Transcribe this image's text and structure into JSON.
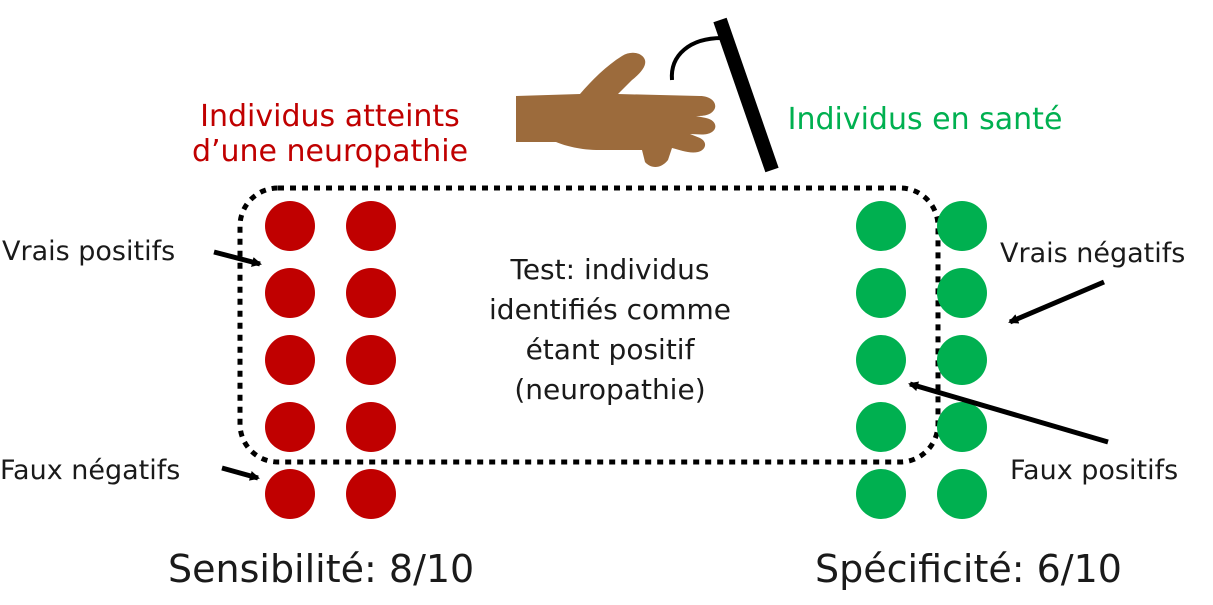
{
  "labels": {
    "sick_group": [
      "Individus atteints",
      "d’une neuropathie"
    ],
    "healthy_group": "Individus en santé",
    "true_positives": "Vrais positifs",
    "false_negatives": "Faux négatifs",
    "true_negatives": "Vrais négatifs",
    "false_positives": "Faux positifs",
    "test_box": [
      "Test: individus",
      "identifiés comme",
      "étant positif",
      "(neuropathie)"
    ],
    "sensitivity": "Sensibilité: 8/10",
    "specificity": "Spécificité: 6/10"
  },
  "colors": {
    "sick": "#c00000",
    "healthy": "#00b050",
    "hand": "#9c6b3c",
    "ink": "#000000"
  },
  "icons": {
    "hand": "hand-icon",
    "monofilament": "monofilament-icon"
  }
}
